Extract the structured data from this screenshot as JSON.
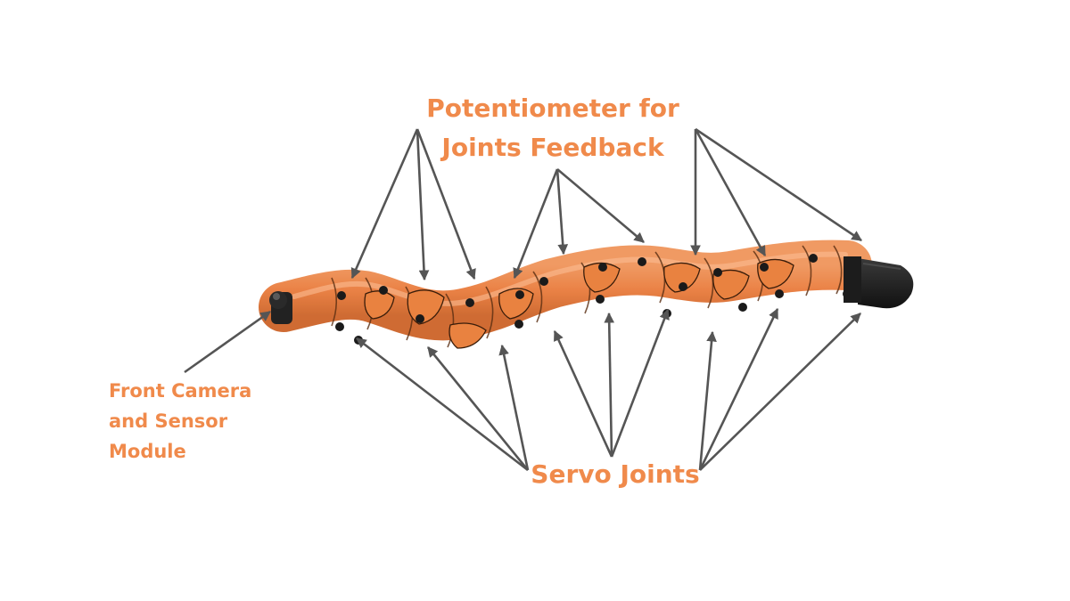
{
  "labels": {
    "potentiometer": [
      "Potentiometer for",
      "Joints Feedback"
    ],
    "servo": "Servo Joints",
    "camera": [
      "Front Camera",
      "and Sensor",
      "Module"
    ]
  },
  "colors": {
    "label": "#f08a4b",
    "arrow": "#555555",
    "body": "#f0874a",
    "body_shadow": "#c9682f",
    "dot": "#1a1a1a",
    "cap": "#1e1e1e"
  },
  "robot": {
    "segment_count": 12,
    "potentiometer_arrow_count": 9,
    "servo_arrow_count": 9
  }
}
